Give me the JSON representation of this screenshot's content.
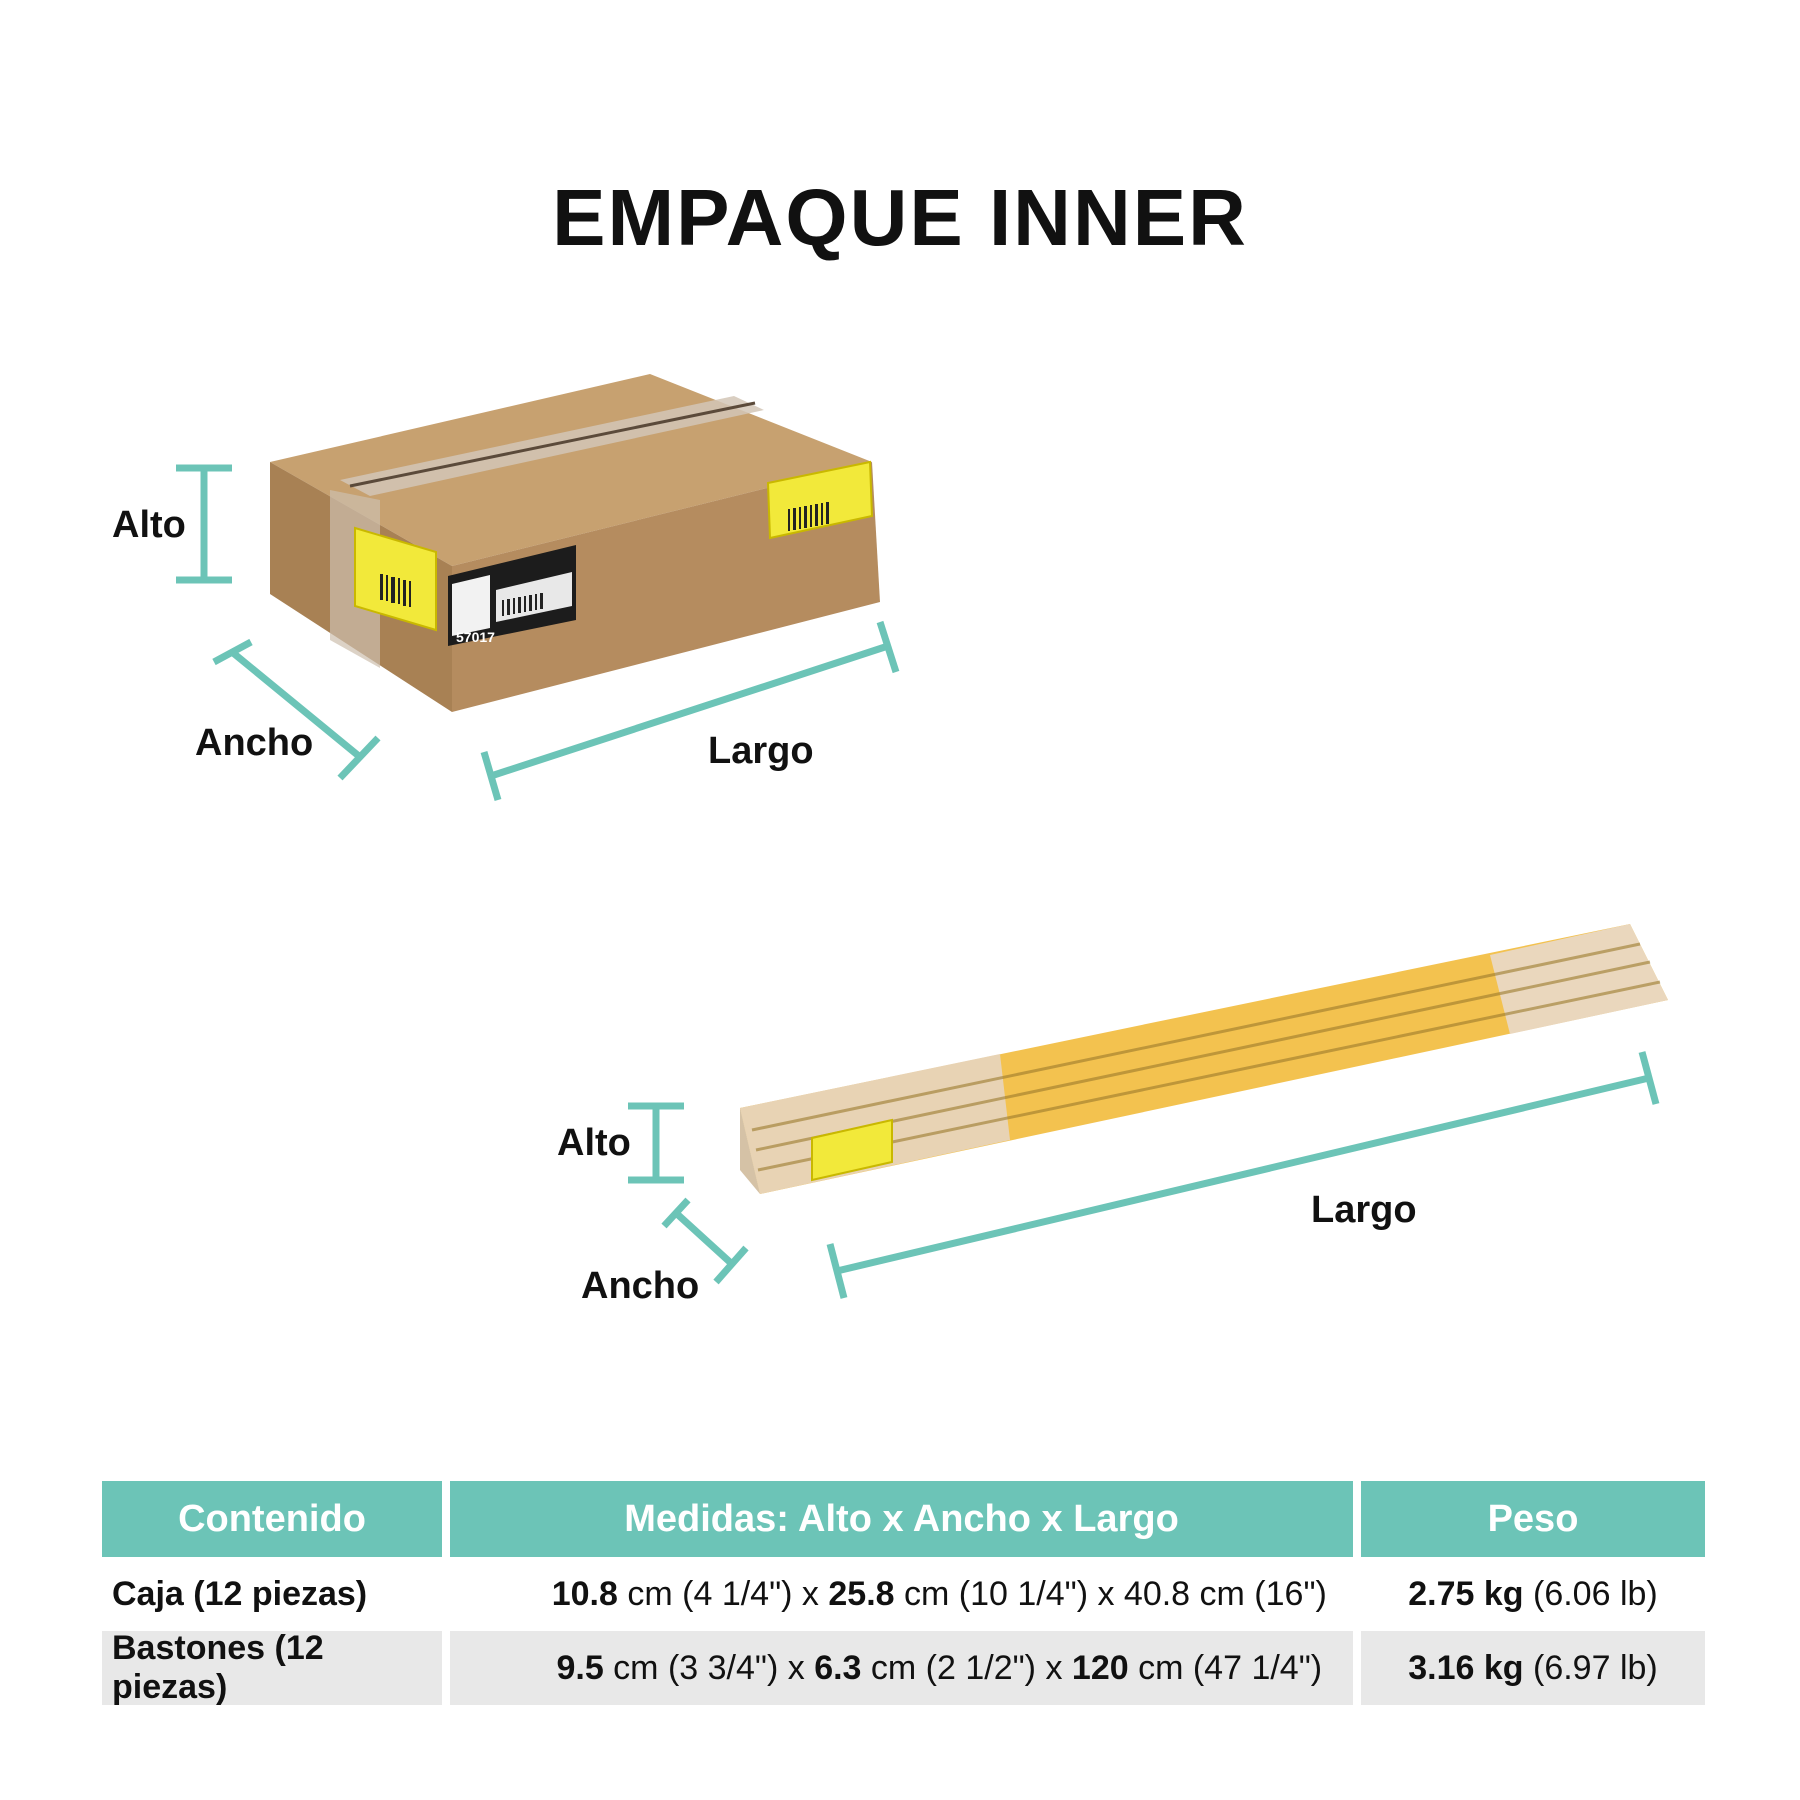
{
  "title": "EMPAQUE INNER",
  "box": {
    "labels": {
      "alto": "Alto",
      "ancho": "Ancho",
      "largo": "Largo"
    },
    "sticker_code": "57017"
  },
  "bundle": {
    "labels": {
      "alto": "Alto",
      "ancho": "Ancho",
      "largo": "Largo"
    }
  },
  "colors": {
    "accent": "#6cc4b7",
    "cardboard": "#b48c5e",
    "rod": "#f3c24f"
  },
  "table": {
    "headers": [
      "Contenido",
      "Medidas: Alto x Ancho x Largo",
      "Peso"
    ],
    "rows": [
      {
        "contenido": "Caja (12 piezas)",
        "alto_val": "10.8",
        "alto_rest": " cm (4 1/4\") x ",
        "ancho_val": "25.8",
        "ancho_rest": " cm (10 1/4\") x 40.8 cm (16\")",
        "peso_val": "2.75 kg",
        "peso_rest": " (6.06 lb)"
      },
      {
        "contenido": "Bastones (12 piezas)",
        "alto_val": "9.5",
        "alto_rest": " cm (3 3/4\") x ",
        "ancho_val": "6.3",
        "ancho_rest": " cm (2 1/2\") x ",
        "largo_val": "120",
        "largo_rest": " cm (47 1/4\")",
        "peso_val": "3.16 kg",
        "peso_rest": " (6.97 lb)"
      }
    ]
  }
}
